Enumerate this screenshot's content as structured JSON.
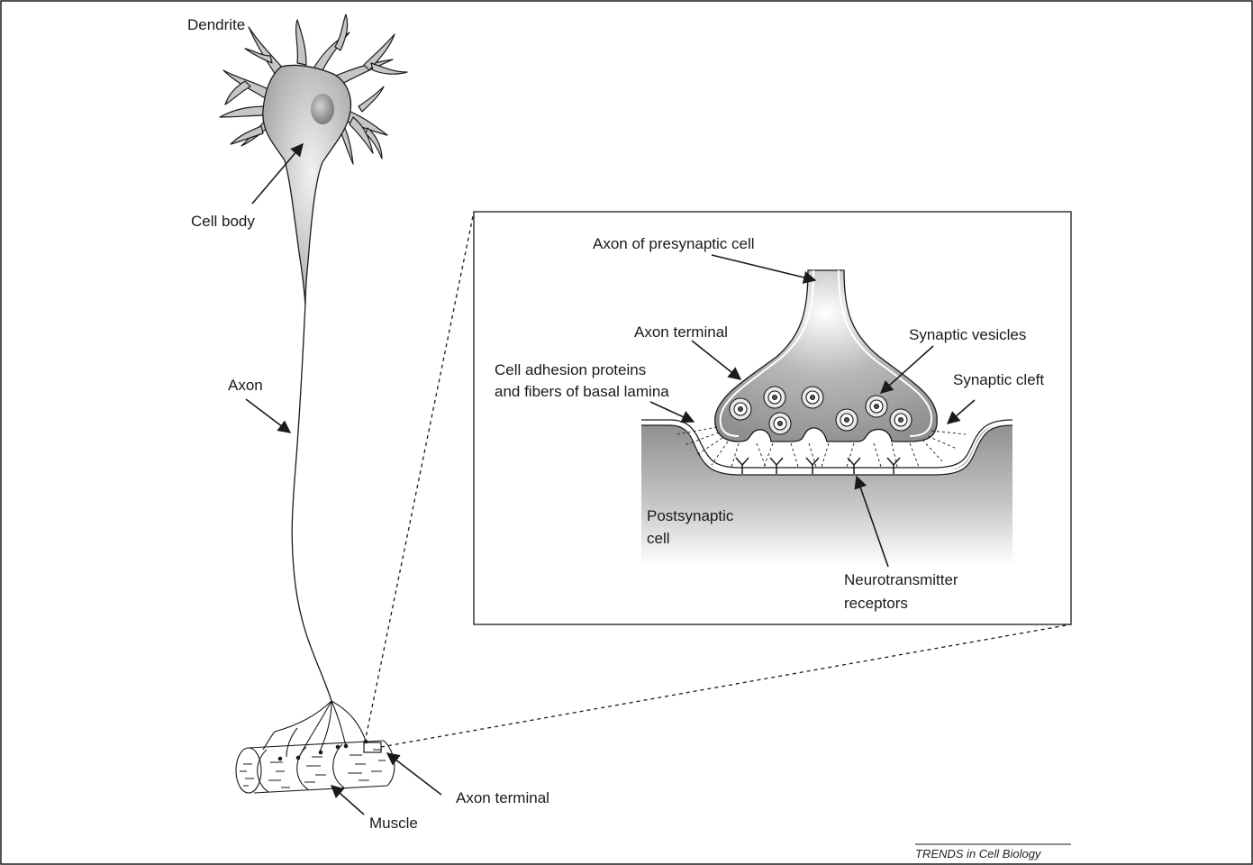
{
  "labels": {
    "dendrite": "Dendrite",
    "cell_body": "Cell body",
    "axon": "Axon",
    "axon_terminal_main": "Axon terminal",
    "muscle": "Muscle",
    "axon_of_presynaptic_cell": "Axon of presynaptic cell",
    "axon_terminal_inset": "Axon terminal",
    "synaptic_vesicles": "Synaptic vesicles",
    "synaptic_cleft": "Synaptic cleft",
    "adhesion_line1": "Cell adhesion proteins",
    "adhesion_line2": "and fibers of basal lamina",
    "postsynaptic_line1": "Postsynaptic",
    "postsynaptic_line2": "cell",
    "receptors_line1": "Neurotransmitter",
    "receptors_line2": "receptors"
  },
  "credit": "TRENDS in Cell Biology",
  "colors": {
    "stroke": "#1a1a1a",
    "cell_fill": "#b9b9b9",
    "terminal_fill": "#9f9f9f"
  }
}
